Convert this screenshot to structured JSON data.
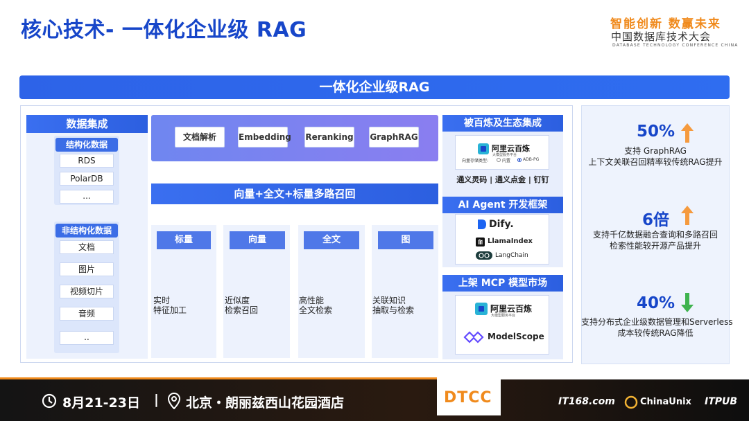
{
  "title": "核心技术- 一体化企业级 RAG",
  "conference": {
    "slogan": "智能创新 数赢未来",
    "name": "中国数据库技术大会",
    "name_en": "DATABASE TECHNOLOGY CONFERENCE CHINA"
  },
  "banner": "一体化企业级RAG",
  "data_integration": {
    "header": "数据集成",
    "structured": {
      "title": "结构化数据",
      "items": [
        "RDS",
        "PolarDB",
        "..."
      ]
    },
    "unstructured": {
      "title": "非结构化数据",
      "items": [
        "文档",
        "图片",
        "视频切片",
        "音频",
        ".."
      ]
    }
  },
  "capabilities": [
    "文档解析",
    "Embedding",
    "Reranking",
    "GraphRAG"
  ],
  "recall": {
    "header": "向量+全文+标量多路召回",
    "columns": [
      {
        "tag": "标量",
        "line1": "实时",
        "line2": "特征加工"
      },
      {
        "tag": "向量",
        "line1": "近似度",
        "line2": "检索召回"
      },
      {
        "tag": "全文",
        "line1": "高性能",
        "line2": "全文检索"
      },
      {
        "tag": "图",
        "line1": "关联知识",
        "line2": "抽取与检索"
      }
    ]
  },
  "ecosystem": {
    "header": "被百炼及生态集成",
    "bailian_name": "阿里云百炼",
    "bailian_sub": "大模型服务平台",
    "storage_label": "向量存储类型:",
    "option1": "内置",
    "option2": "ADB-PG",
    "apps": "通义灵码 | 通义点金 | 钉钉"
  },
  "agent": {
    "header": "AI Agent 开发框架",
    "frameworks": [
      "Dify.",
      "LlamaIndex",
      "LangChain"
    ]
  },
  "mcp": {
    "header": "上架 MCP 模型市场",
    "bailian_name": "阿里云百炼",
    "bailian_sub": "大模型服务平台",
    "modelscope": "ModelScope"
  },
  "stats": [
    {
      "value": "50%",
      "line1": "支持 GraphRAG",
      "line2": "上下文关联召回精率较传统RAG提升",
      "direction": "up"
    },
    {
      "value": "6倍",
      "line1": "支持千亿数据融合查询和多路召回",
      "line2": "检索性能较开源产品提升",
      "direction": "up"
    },
    {
      "value": "40%",
      "line1": "支持分布式企业级数据管理和Serverless",
      "line2": "成本较传统RAG降低",
      "direction": "down"
    }
  ],
  "footer": {
    "date": "8月21-23日",
    "separator": "|",
    "venue": "北京・朗丽兹西山花园酒店",
    "dtcc": "DTCC",
    "sponsor1": "IT168.com",
    "sponsor2": "ChinaUnix",
    "sponsor3": "ITPUB"
  },
  "colors": {
    "primary": "#1746c9",
    "header_blue": "#2d63e8",
    "accent_orange": "#f08a1c",
    "up_arrow": "#f59a3e",
    "down_arrow": "#3fb34f"
  }
}
